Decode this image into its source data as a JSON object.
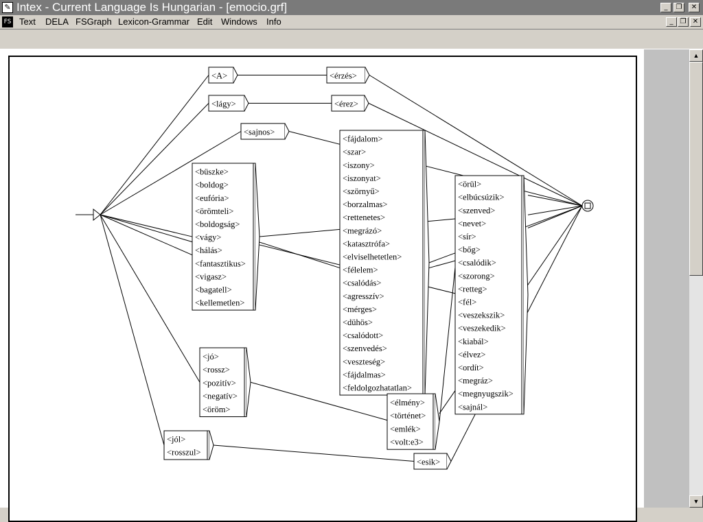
{
  "window": {
    "title": "Intex - Current Language Is Hungarian - [emocio.grf]",
    "app_icon": "document-icon"
  },
  "menu": {
    "items": [
      "Text",
      "DELA",
      "FSGraph",
      "Lexicon-Grammar",
      "Edit",
      "Windows",
      "Info"
    ]
  },
  "graph": {
    "boxes": [
      {
        "id": "A",
        "items": [
          "<A>"
        ]
      },
      {
        "id": "erzes",
        "items": [
          "<érzés>"
        ]
      },
      {
        "id": "lagy",
        "items": [
          "<lágy>"
        ]
      },
      {
        "id": "erez",
        "items": [
          "<érez>"
        ]
      },
      {
        "id": "sajnos",
        "items": [
          "<sajnos>"
        ]
      },
      {
        "id": "pos",
        "items": [
          "<büszke>",
          "<boldog>",
          "<eufória>",
          "<örömteli>",
          "<boldogság>",
          "<vágy>",
          "<hálás>",
          "<fantasztikus>",
          "<vigasz>",
          "<bagatell>",
          "<kellemetlen>"
        ]
      },
      {
        "id": "neg",
        "items": [
          "<fájdalom>",
          "<szar>",
          "<iszony>",
          "<iszonyat>",
          "<szörnyű>",
          "<borzalmas>",
          "<rettenetes>",
          "<megrázó>",
          "<katasztrófa>",
          "<elviselhetetlen>",
          "<félelem>",
          "<csalódás>",
          "<agresszív>",
          "<mérges>",
          "<dühös>",
          "<csalódott>",
          "<szenvedés>",
          "<veszteség>",
          "<fájdalmas>",
          "<feldolgozhatatlan>"
        ]
      },
      {
        "id": "verbs",
        "items": [
          "<örül>",
          "<elbúcsúzik>",
          "<szenved>",
          "<nevet>",
          "<sír>",
          "<bőg>",
          "<csalódik>",
          "<szorong>",
          "<retteg>",
          "<fél>",
          "<veszekszik>",
          "<veszekedik>",
          "<kiabál>",
          "<élvez>",
          "<ordít>",
          "<megráz>",
          "<megnyugszik>",
          "<sajnál>"
        ]
      },
      {
        "id": "jo",
        "items": [
          "<jó>",
          "<rossz>",
          "<pozitív>",
          "<negatív>",
          "<öröm>"
        ]
      },
      {
        "id": "elmeny",
        "items": [
          "<élmény>",
          "<történet>",
          "<emlék>",
          "<volt:e3>"
        ]
      },
      {
        "id": "jol",
        "items": [
          "<jól>",
          "<rosszul>"
        ]
      },
      {
        "id": "esik",
        "items": [
          "<esik>"
        ]
      }
    ]
  }
}
